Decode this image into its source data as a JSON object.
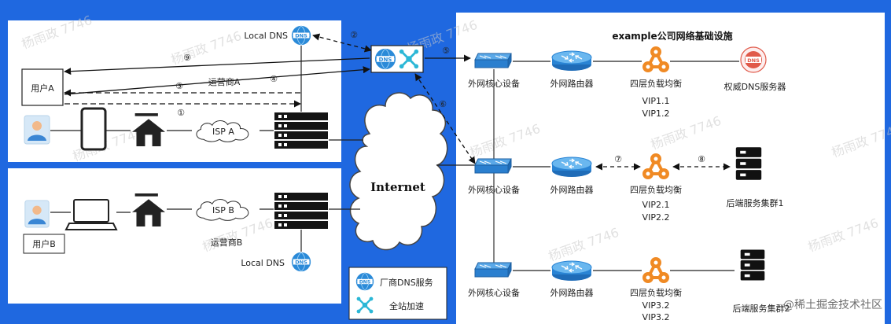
{
  "isp_a": {
    "user": "用户A",
    "isp": "ISP A",
    "carrier": "运营商A",
    "local_dns": "Local DNS"
  },
  "isp_b": {
    "user": "用户B",
    "isp": "ISP B",
    "carrier": "运营商B",
    "local_dns": "Local DNS"
  },
  "internet": "Internet",
  "company": {
    "title": "example公司网络基础设施",
    "rows": [
      {
        "core": "外网核心设备",
        "router": "外网路由器",
        "lb": "四层负载均衡",
        "vips": [
          "VIP1.1",
          "VIP1.2"
        ],
        "endpoint": "权威DNS服务器"
      },
      {
        "core": "外网核心设备",
        "router": "外网路由器",
        "lb": "四层负载均衡",
        "vips": [
          "VIP2.1",
          "VIP2.2"
        ],
        "endpoint": "后端服务集群1"
      },
      {
        "core": "外网核心设备",
        "router": "外网路由器",
        "lb": "四层负载均衡",
        "vips": [
          "VIP3.2",
          "VIP3.2"
        ],
        "endpoint": "后端服务集群2"
      }
    ]
  },
  "steps": [
    "①",
    "②",
    "③",
    "④",
    "⑤",
    "⑥",
    "⑦",
    "⑧",
    "⑨"
  ],
  "legend": {
    "dns_label": "厂商DNS服务",
    "accel_label": "全站加速",
    "dns_badge": "DNS"
  },
  "watermark": "杨雨政 7746",
  "credit": "@稀土掘金技术社区",
  "colors": {
    "background": "#1f68e0",
    "network_blue": "#2a8ad8",
    "lb_orange": "#f08a24",
    "dns_red": "#e05a4a"
  }
}
